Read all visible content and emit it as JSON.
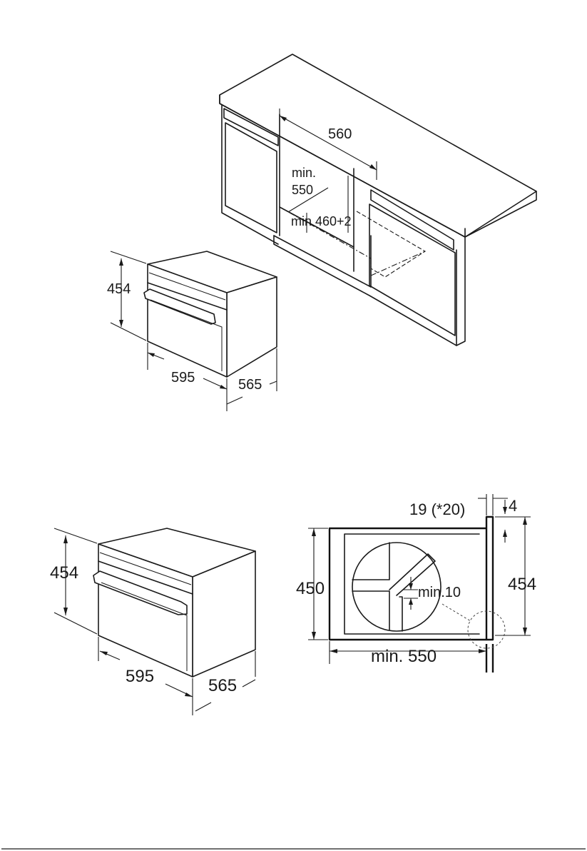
{
  "cabinet": {
    "width_label": "560",
    "depth_label_1": "min.",
    "depth_label_2": "550",
    "height_label": "min 460+2"
  },
  "oven_top": {
    "height_label": "454",
    "width_label": "595",
    "depth_label": "565"
  },
  "oven_bottom": {
    "height_label": "454",
    "width_label": "595",
    "depth_label": "565"
  },
  "section": {
    "panel_label": "19 (*20)",
    "gap_label": "4",
    "inner_height_label": "450",
    "outer_height_label": "454",
    "detail_label": "min.10",
    "depth_label": "min. 550"
  }
}
